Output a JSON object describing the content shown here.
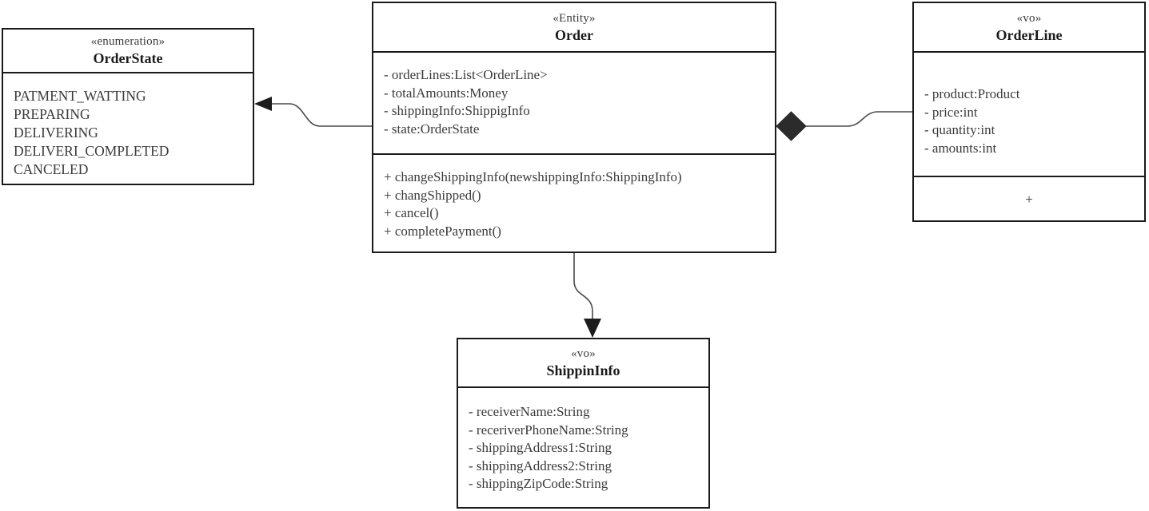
{
  "diagram": {
    "title": "Order domain UML class diagram",
    "type": "uml-class-diagram",
    "background": "#ffffff",
    "line_color": "#4a4a4a",
    "border_color": "#1a1a1a",
    "text_color": "#3a3a3a"
  },
  "classes": {
    "order_state": {
      "stereotype": "«enumeration»",
      "name": "OrderState",
      "literals": [
        "PATMENT_WATTING",
        "PREPARING",
        "DELIVERING",
        "DELIVERI_COMPLETED",
        "CANCELED"
      ]
    },
    "order": {
      "stereotype": "«Entity»",
      "name": "Order",
      "attributes": [
        "- orderLines:List<OrderLine>",
        "- totalAmounts:Money",
        "- shippingInfo:ShippigInfo",
        "- state:OrderState"
      ],
      "operations": [
        "+ changeShippingInfo(newshippingInfo:ShippingInfo)",
        "+ changShipped()",
        "+ cancel()",
        "+ completePayment()"
      ]
    },
    "order_line": {
      "stereotype": "«vo»",
      "name": "OrderLine",
      "attributes": [
        "- product:Product",
        "- price:int",
        "- quantity:int",
        "- amounts:int"
      ],
      "operations": [
        "+"
      ]
    },
    "shippin_info": {
      "stereotype": "«vo»",
      "name": "ShippinInfo",
      "attributes": [
        "- receiverName:String",
        "- receriverPhoneName:String",
        "- shippingAddress1:String",
        "- shippingAddress2:String",
        "- shippingZipCode:String"
      ]
    }
  },
  "relationships": [
    {
      "id": "order-to-orderstate",
      "kind": "dependency-arrow",
      "from": "Order",
      "to": "OrderState",
      "head": "filled-arrow"
    },
    {
      "id": "order-to-orderline",
      "kind": "composition",
      "from": "Order",
      "to": "OrderLine",
      "head": "filled-diamond"
    },
    {
      "id": "order-to-shippininfo",
      "kind": "dependency-arrow",
      "from": "Order",
      "to": "ShippinInfo",
      "head": "filled-arrow"
    }
  ]
}
